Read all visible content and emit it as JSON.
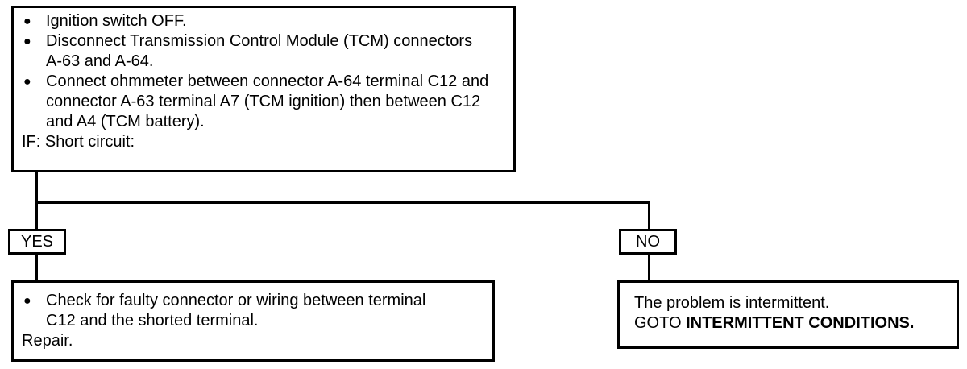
{
  "top_box": {
    "bullets": [
      "Ignition switch OFF.",
      "Disconnect Transmission Control Module (TCM) connectors A-63 and A-64.",
      "Connect ohmmeter between connector A-64 terminal C12 and connector A-63 terminal A7 (TCM ignition) then between C12 and A4 (TCM battery)."
    ],
    "condition": "IF:  Short circuit:"
  },
  "yes_label": "YES",
  "no_label": "NO",
  "yes_box": {
    "bullets": [
      "Check for faulty connector or wiring between terminal C12 and the shorted terminal."
    ],
    "action": "Repair."
  },
  "no_box": {
    "line1": "The problem is intermittent.",
    "goto_prefix": "GOTO",
    "goto_target": "INTERMITTENT CONDITIONS."
  },
  "bullet_glyph": "●"
}
